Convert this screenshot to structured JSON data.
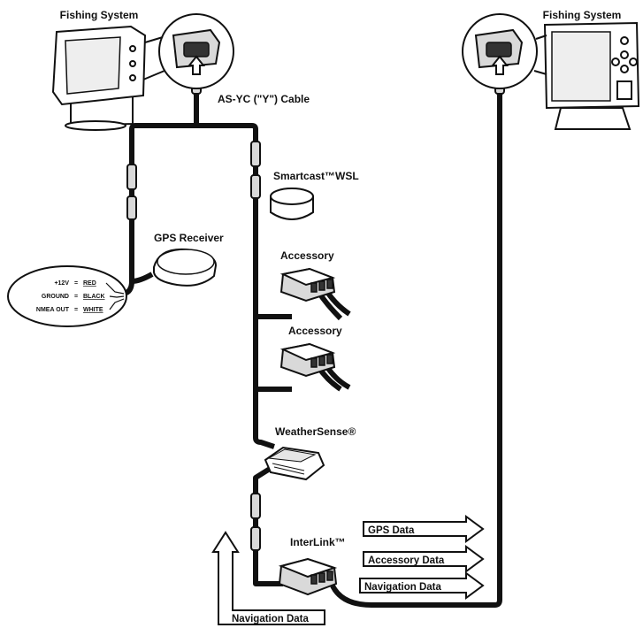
{
  "labels": {
    "fishing_system_left": "Fishing System",
    "fishing_system_right": "Fishing System",
    "y_cable": "AS-YC (\"Y\") Cable",
    "smartcast": "Smartcast™WSL",
    "gps_receiver": "GPS Receiver",
    "accessory_1": "Accessory",
    "accessory_2": "Accessory",
    "weathersense": "WeatherSense®",
    "interlink": "InterLink™"
  },
  "wiring": {
    "v12": "+12V",
    "red": "RED",
    "ground": "GROUND",
    "black": "BLACK",
    "nmea_out": "NMEA OUT",
    "white": "WHITE"
  },
  "arrows": {
    "gps_data": "GPS Data",
    "accessory_data": "Accessory Data",
    "navigation_data_right": "Navigation Data",
    "navigation_data_bottom": "Navigation Data"
  }
}
